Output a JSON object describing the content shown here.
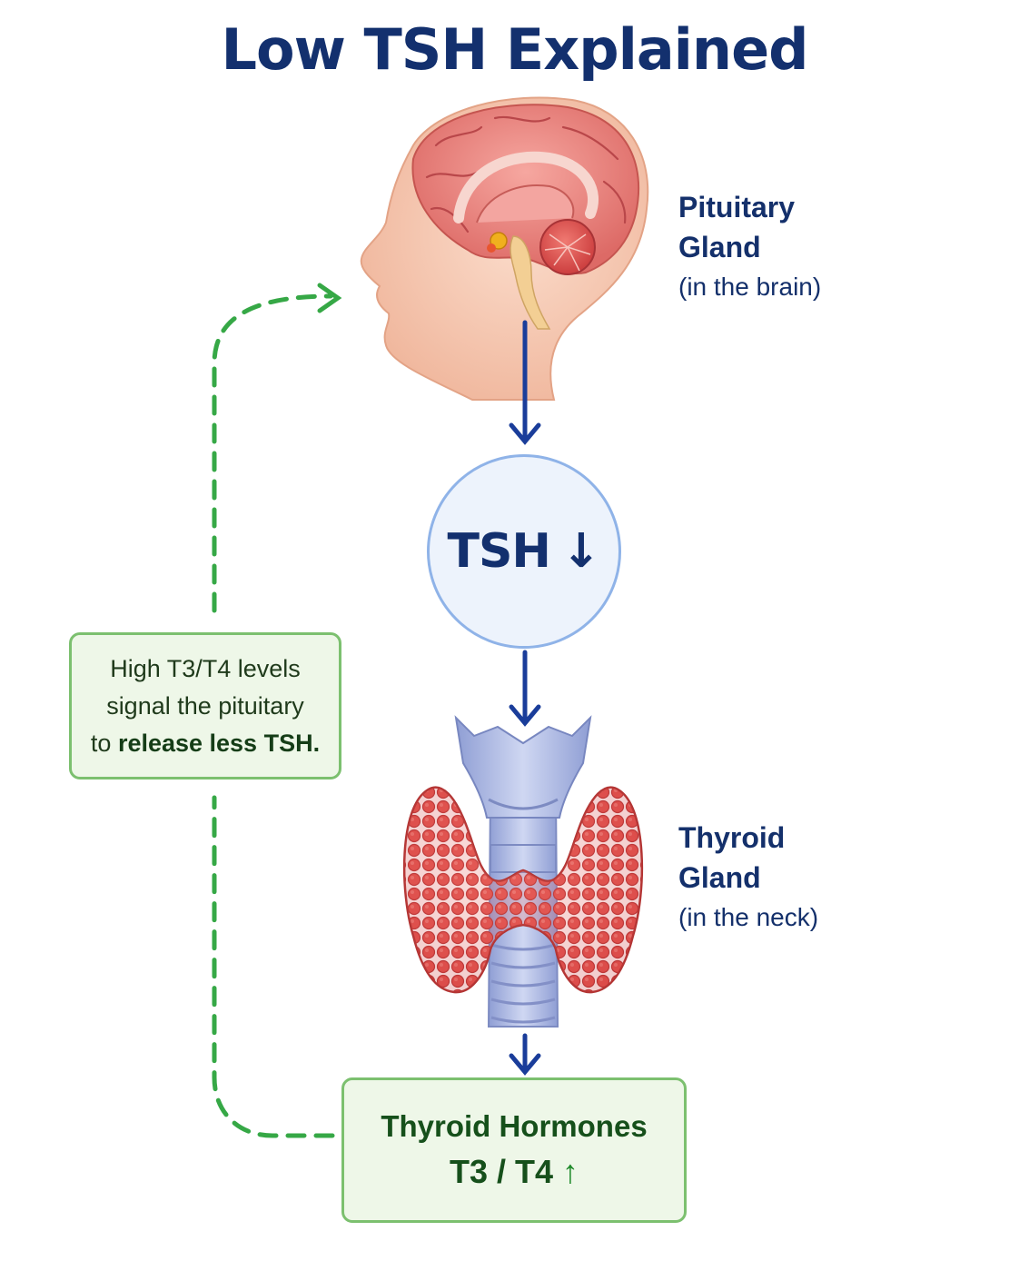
{
  "title": "Low TSH Explained",
  "pituitary": {
    "line1": "Pituitary",
    "line2": "Gland",
    "line3": "(in the brain)"
  },
  "tsh": {
    "label": "TSH",
    "arrow": "↓"
  },
  "thyroid": {
    "line1": "Thyroid",
    "line2": "Gland",
    "line3": "(in the neck)"
  },
  "feedback": {
    "line1": "High T3/T4 levels",
    "line2": "signal the pituitary",
    "line3_prefix": "to ",
    "line3_bold": "release less TSH."
  },
  "hormones": {
    "title": "Thyroid Hormones",
    "subtitle": "T3 / T4",
    "arrow": "↑"
  },
  "colors": {
    "navy": "#13306e",
    "arrow_blue": "#1a3d9a",
    "green": "#36a846",
    "green_border": "#7cc06f",
    "circle_fill": "#edf3fc",
    "circle_border": "#8fb3e8"
  },
  "icons": [
    "head-brain-illustration",
    "thyroid-gland-illustration",
    "arrow-down-icon",
    "arrow-up-icon"
  ]
}
